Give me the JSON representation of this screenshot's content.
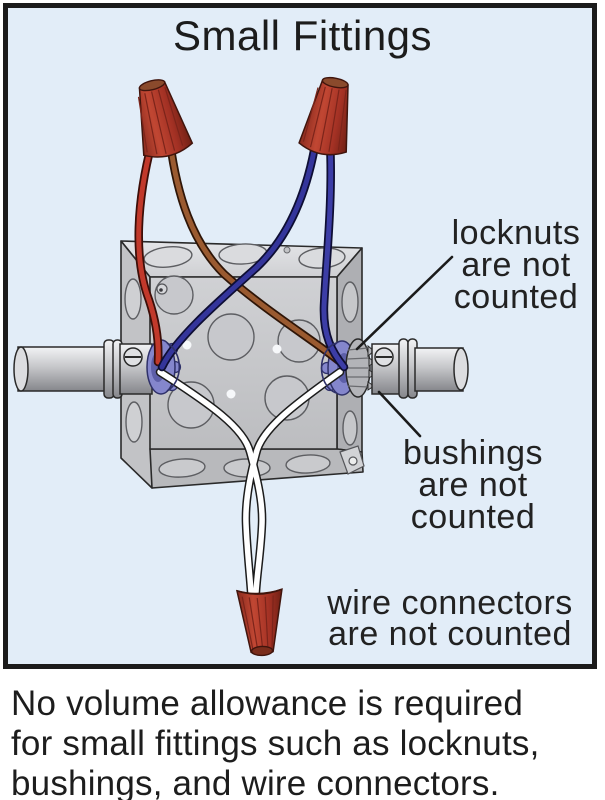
{
  "panel": {
    "title": "Small Fittings",
    "background": "#e2edf8",
    "border_color": "#1b1b1b"
  },
  "labels": {
    "locknuts": "locknuts\nare not\ncounted",
    "bushings": "bushings\nare not\ncounted",
    "wire_connectors": "wire connectors\nare not counted"
  },
  "caption": "No volume allowance is required\nfor small fittings such as locknuts,\nbushings, and wire connectors.",
  "diagram": {
    "parts": [
      "square junction box with knockouts",
      "conduit entering left side",
      "conduit entering right side",
      "locknut on right conduit",
      "purple bushings at both conduit entries",
      "red wire connector upper-left",
      "red wire connector upper-right",
      "red wire connector bottom",
      "red and brown wires",
      "blue wires",
      "white wires"
    ],
    "colors": {
      "wire_red": "#c1392b",
      "wire_brown": "#9a5a30",
      "wire_blue": "#34359b",
      "wire_blue_alt": "#3c3da6",
      "wire_white": "#ffffff",
      "connector_red": "#b63527",
      "bushing_purple": "#8486cc",
      "metal_gray": "#c7c8cb",
      "text": "#1d1d1d"
    }
  }
}
